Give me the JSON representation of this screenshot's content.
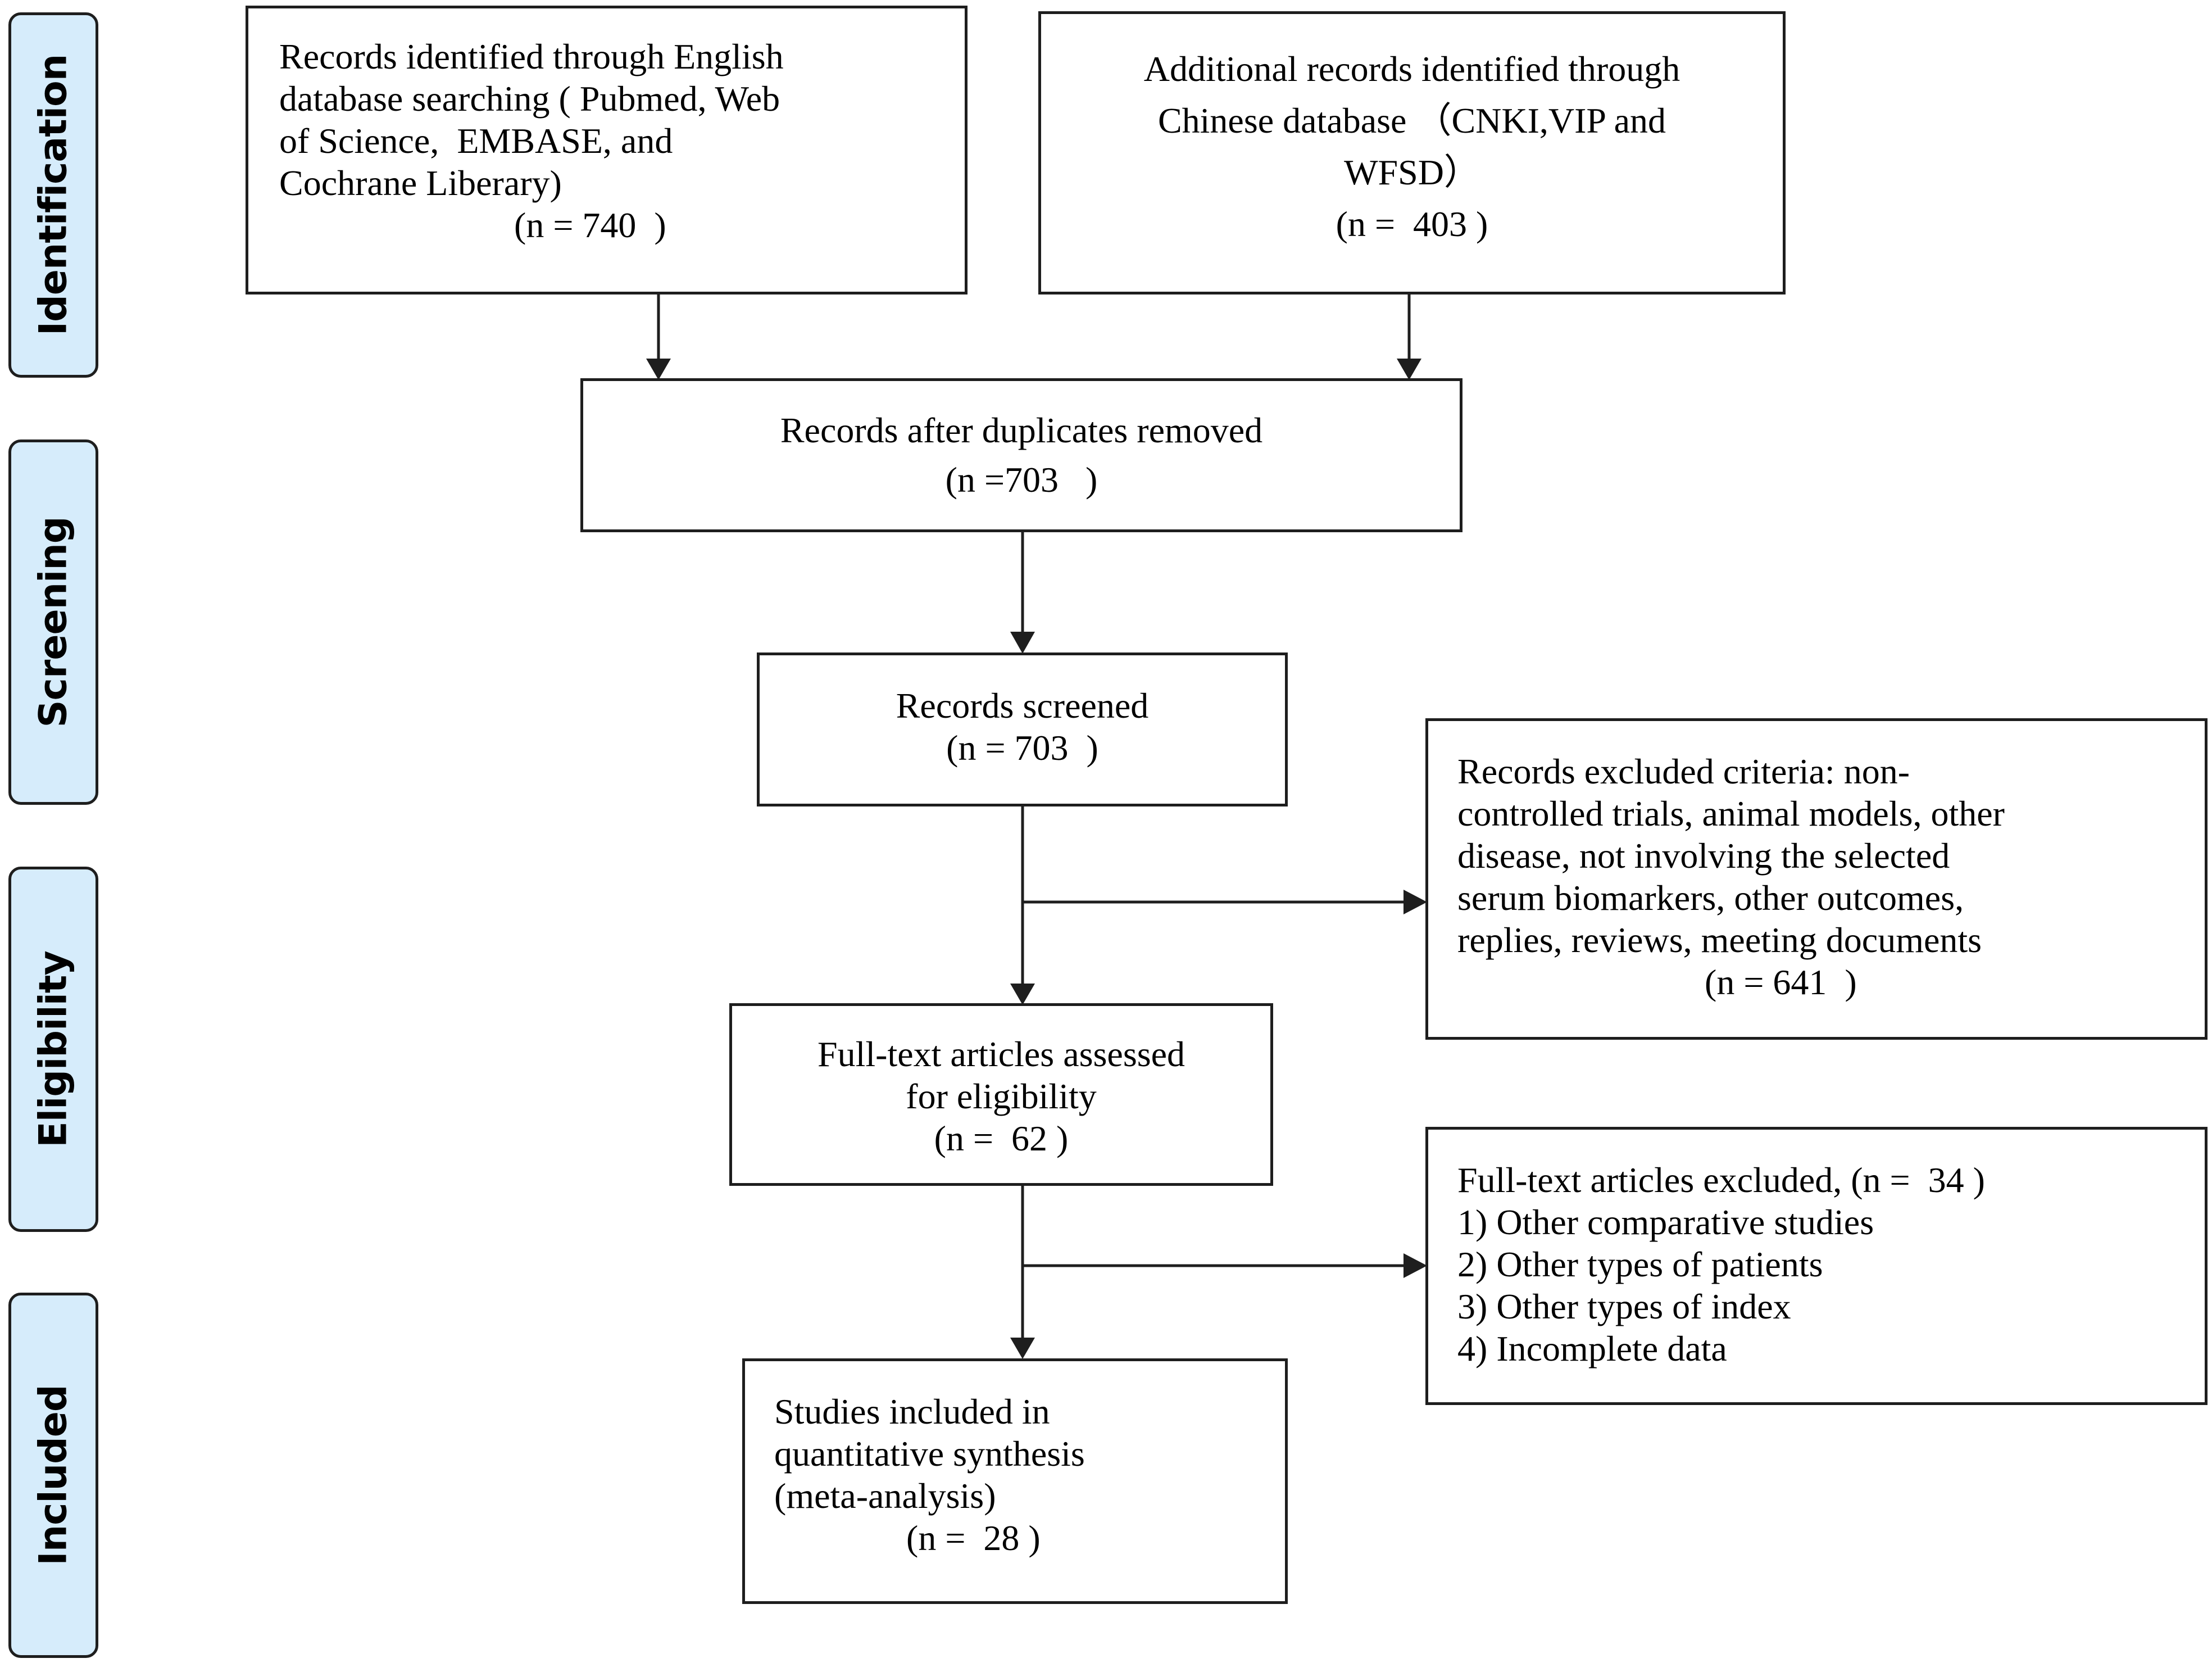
{
  "stages": {
    "identification": "Identification",
    "screening": "Screening",
    "eligibility": "Eligibility",
    "included": "Included"
  },
  "boxes": {
    "english_db": {
      "lines": [
        "Records identified through English",
        "database searching ( Pubmed, Web",
        "of Science,  EMBASE, and",
        "Cochrane Liberary)"
      ],
      "count": "(n = 740  )"
    },
    "chinese_db": {
      "lines": [
        "Additional records identified through",
        "Chinese database （CNKI,VIP and",
        "WFSD）"
      ],
      "count": "(n =  403 )"
    },
    "duplicates_removed": {
      "lines": [
        "Records after duplicates removed"
      ],
      "count": "(n =703   )"
    },
    "screened": {
      "lines": [
        "Records screened"
      ],
      "count": "(n = 703  )"
    },
    "excluded_criteria": {
      "lines": [
        "Records excluded criteria: non-",
        "controlled trials, animal models, other",
        "disease, not involving the selected",
        "serum biomarkers, other outcomes,",
        "replies, reviews, meeting documents"
      ],
      "count": "(n = 641  )"
    },
    "full_text_assessed": {
      "lines": [
        "Full-text articles assessed",
        "for eligibility"
      ],
      "count": "(n =  62 )"
    },
    "full_text_excluded": {
      "lines": [
        "Full-text articles excluded, (n =  34 )",
        "1) Other comparative studies",
        "2) Other types of patients",
        "3) Other types of index",
        "4) Incomplete data"
      ]
    },
    "included_studies": {
      "lines": [
        "Studies included in",
        "quantitative synthesis",
        "(meta-analysis)"
      ],
      "count": "(n =  28 )"
    }
  }
}
